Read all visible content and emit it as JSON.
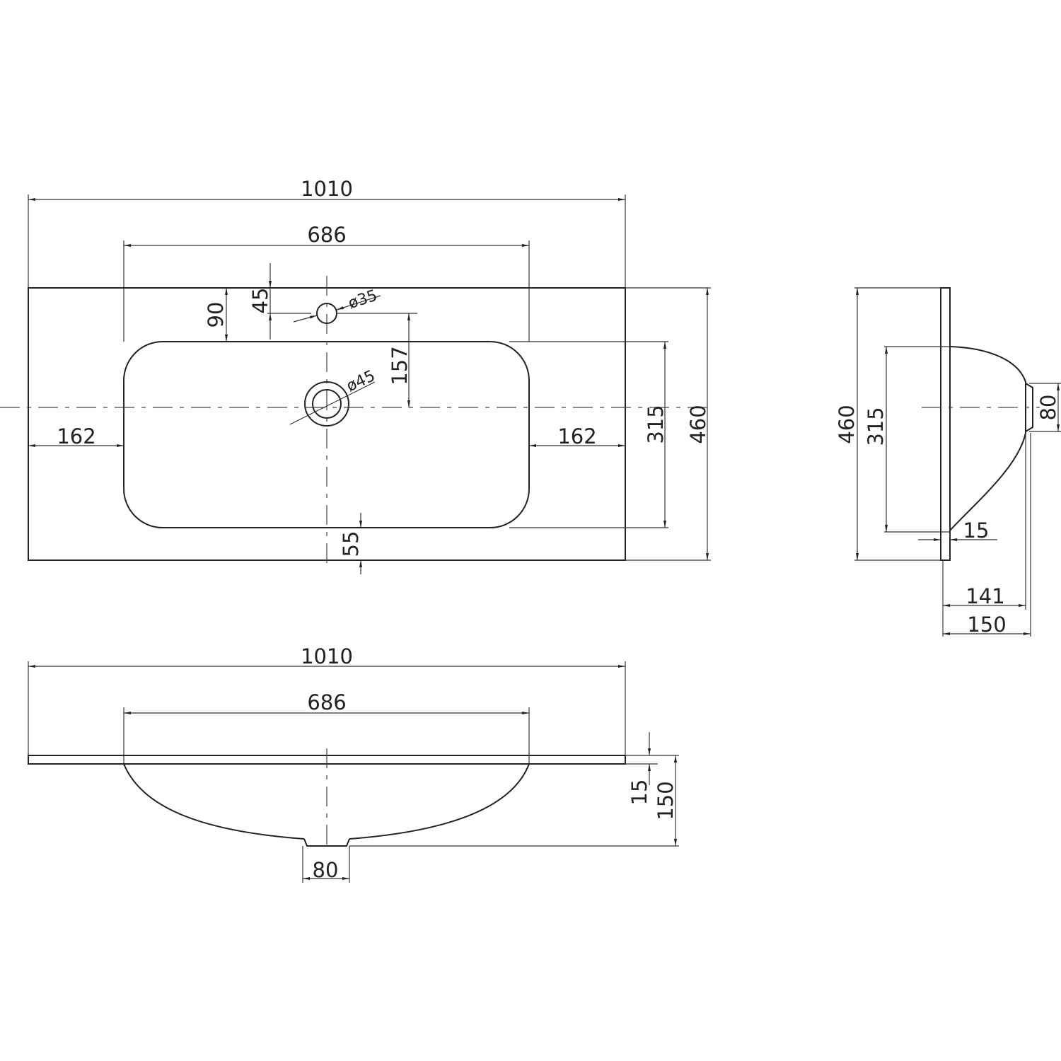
{
  "top_view": {
    "overall_width": "1010",
    "basin_width": "686",
    "tap_offset_edge": "90",
    "tap_offset_center": "45",
    "tap_hole_dia": "ø35",
    "tap_to_drain": "157",
    "drain_dia": "ø45",
    "left_margin": "162",
    "right_margin": "162",
    "basin_depth": "315",
    "overall_depth": "460",
    "front_margin": "55"
  },
  "side_view": {
    "overall_depth": "460",
    "basin_depth": "315",
    "drain_width": "80",
    "plate_thickness": "15",
    "bowl_height": "141",
    "total_height": "150"
  },
  "front_view": {
    "overall_width": "1010",
    "basin_width": "686",
    "plate_thickness": "15",
    "total_height": "150",
    "drain_width": "80"
  }
}
